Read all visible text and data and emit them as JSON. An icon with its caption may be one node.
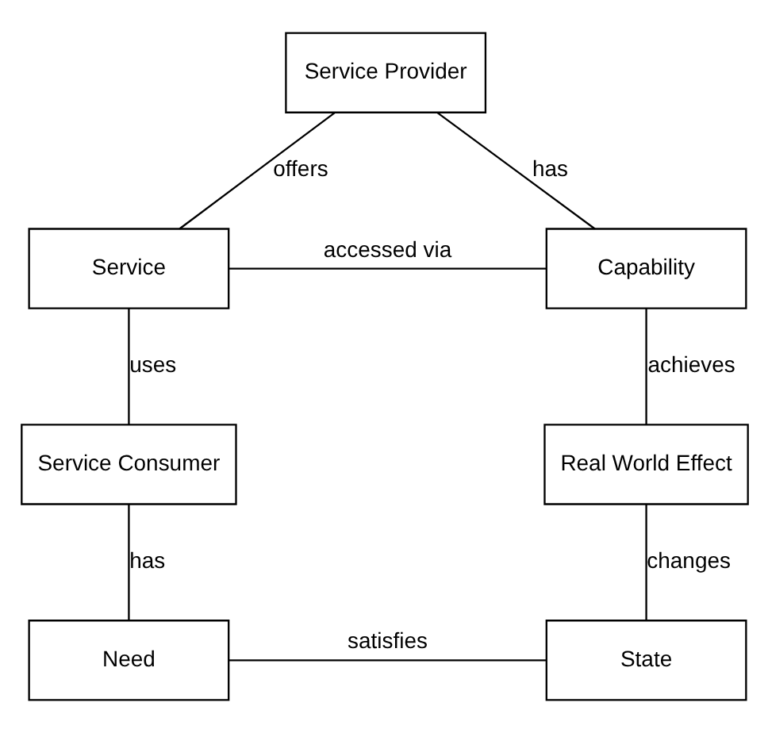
{
  "diagram": {
    "nodes": [
      {
        "text": [
          "Service Provider"
        ]
      },
      {
        "text": [
          "Service"
        ]
      },
      {
        "text": [
          "Capability"
        ]
      },
      {
        "text": [
          "Service Consumer"
        ]
      },
      {
        "text": [
          "Real World Effect"
        ]
      },
      {
        "text": [
          "Need"
        ]
      },
      {
        "text": [
          "State"
        ]
      }
    ],
    "edges": [
      {
        "from": 0,
        "to": 1,
        "arrow": "none",
        "label": "offers"
      },
      {
        "from": 0,
        "to": 2,
        "arrow": "none",
        "label": "has"
      },
      {
        "from": 1,
        "to": 2,
        "arrow": "none",
        "label": "accessed via"
      },
      {
        "from": 1,
        "to": 3,
        "arrow": "none",
        "label": "uses"
      },
      {
        "from": 2,
        "to": 4,
        "arrow": "none",
        "label": "achieves"
      },
      {
        "from": 3,
        "to": 5,
        "arrow": "none",
        "label": "has"
      },
      {
        "from": 4,
        "to": 6,
        "arrow": "none",
        "label": "changes"
      },
      {
        "from": 5,
        "to": 6,
        "arrow": "none",
        "label": "satisfies"
      }
    ]
  }
}
